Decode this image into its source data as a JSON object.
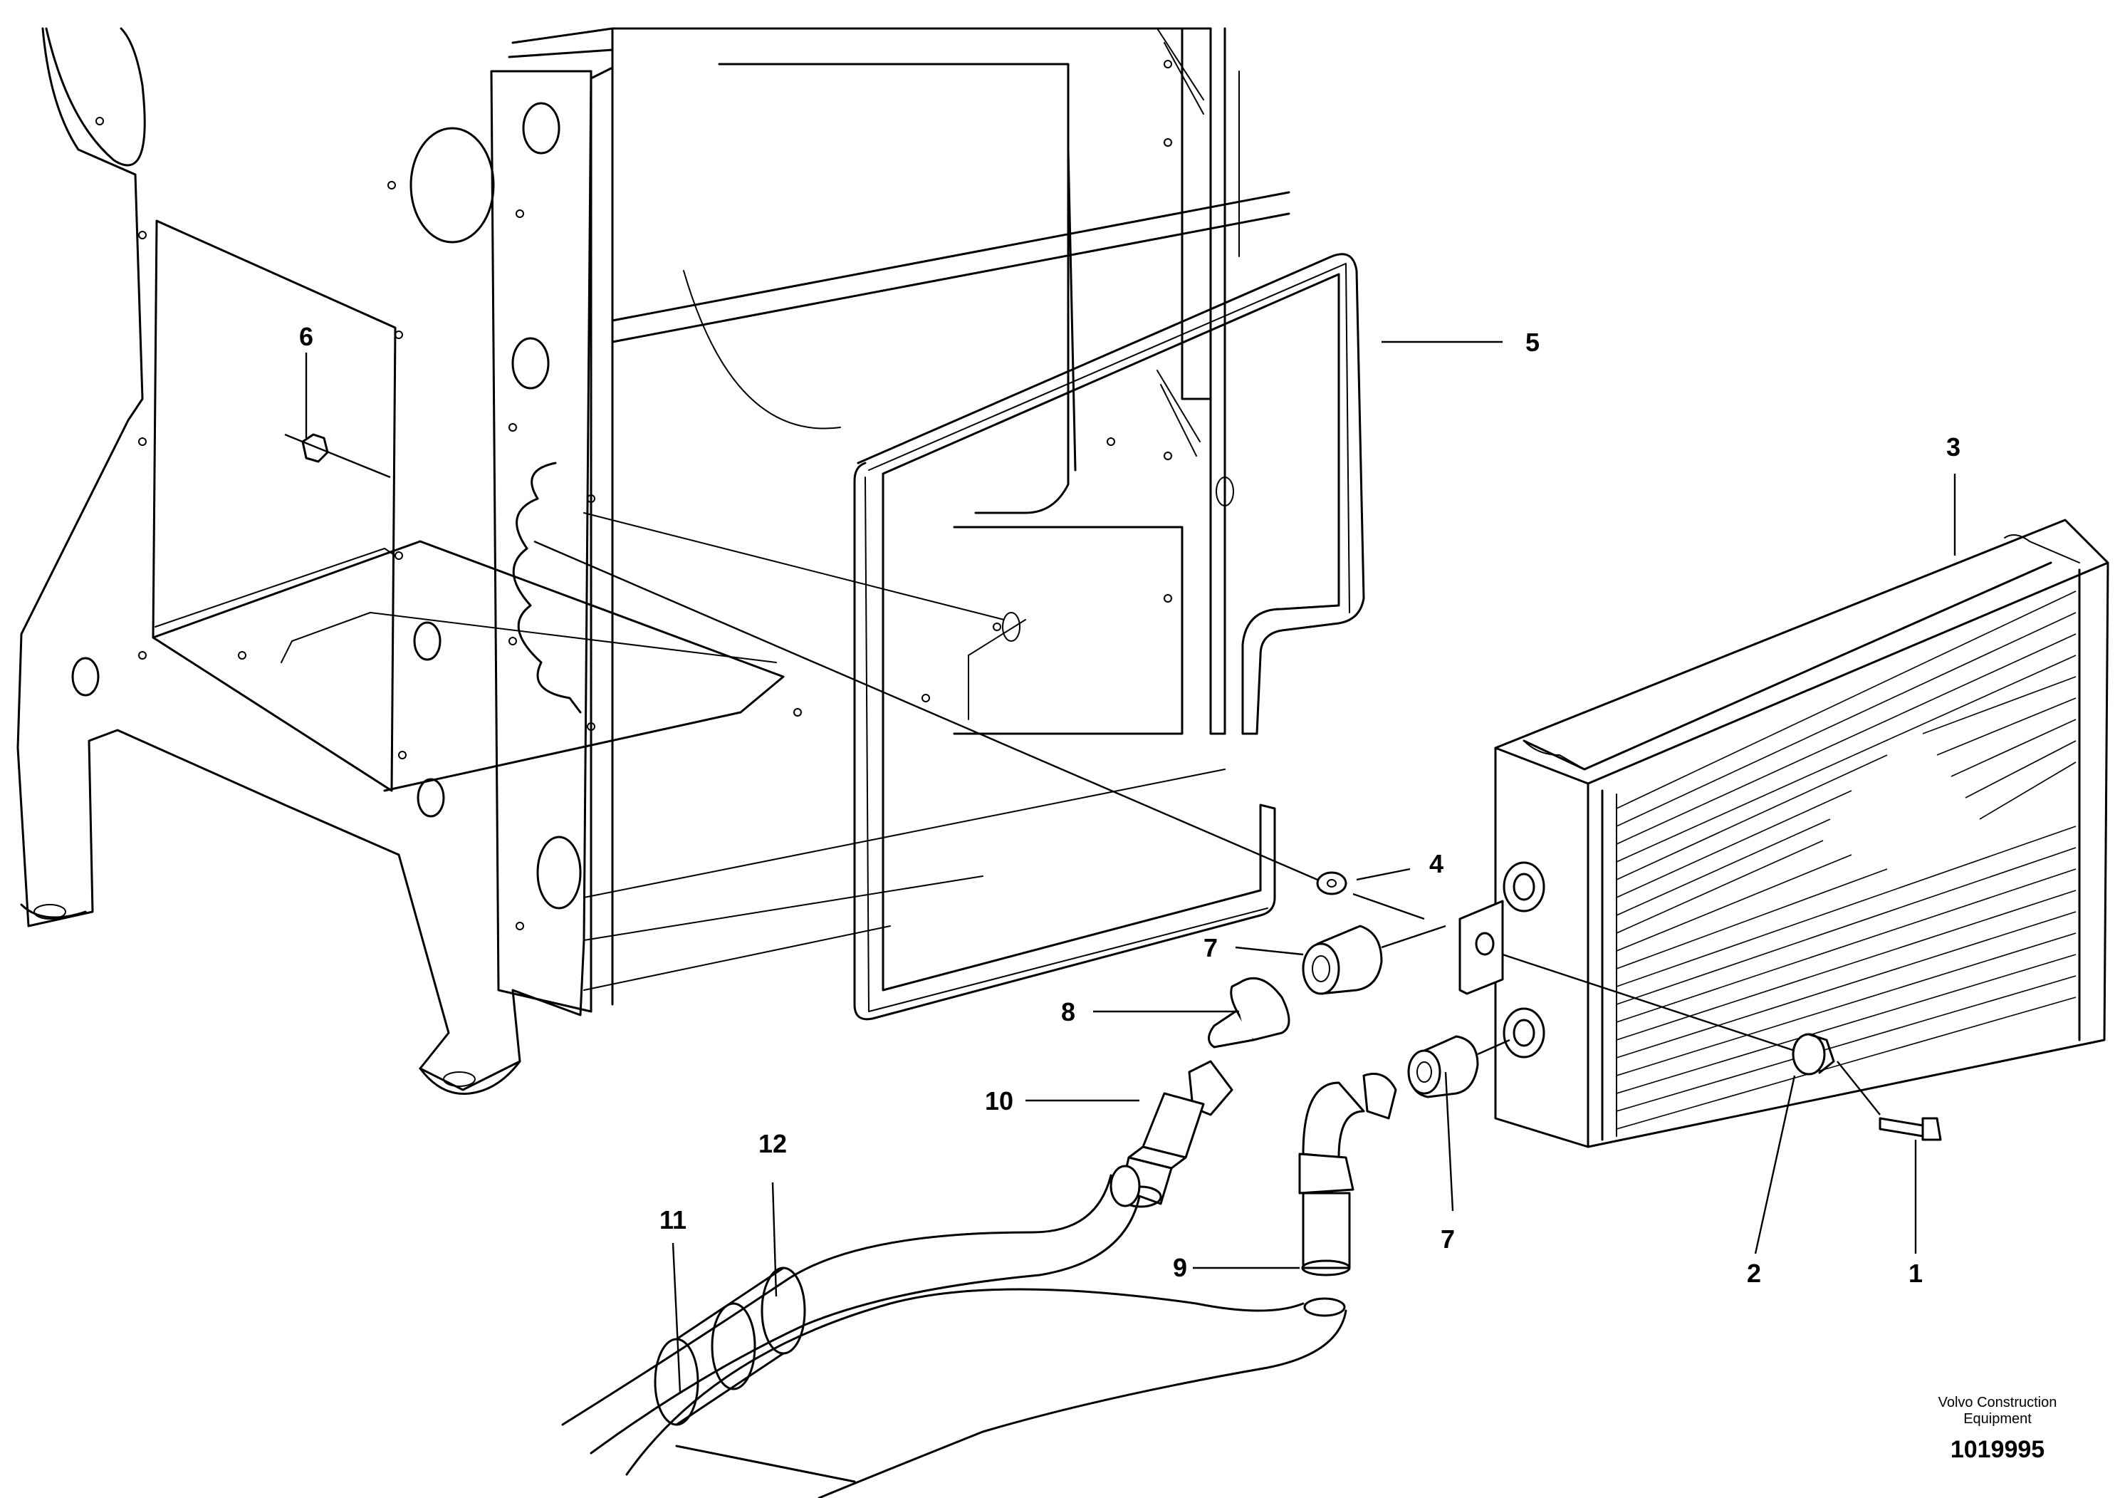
{
  "diagram": {
    "callouts": [
      {
        "id": "c1",
        "label": "1"
      },
      {
        "id": "c2",
        "label": "2"
      },
      {
        "id": "c3",
        "label": "3"
      },
      {
        "id": "c4",
        "label": "4"
      },
      {
        "id": "c5",
        "label": "5"
      },
      {
        "id": "c6",
        "label": "6"
      },
      {
        "id": "c7a",
        "label": "7"
      },
      {
        "id": "c7b",
        "label": "7"
      },
      {
        "id": "c8",
        "label": "8"
      },
      {
        "id": "c9",
        "label": "9"
      },
      {
        "id": "c10",
        "label": "10"
      },
      {
        "id": "c11",
        "label": "11"
      },
      {
        "id": "c12",
        "label": "12"
      }
    ],
    "caption": {
      "line1": "Volvo Construction",
      "line2": "Equipment",
      "number": "1019995"
    }
  }
}
